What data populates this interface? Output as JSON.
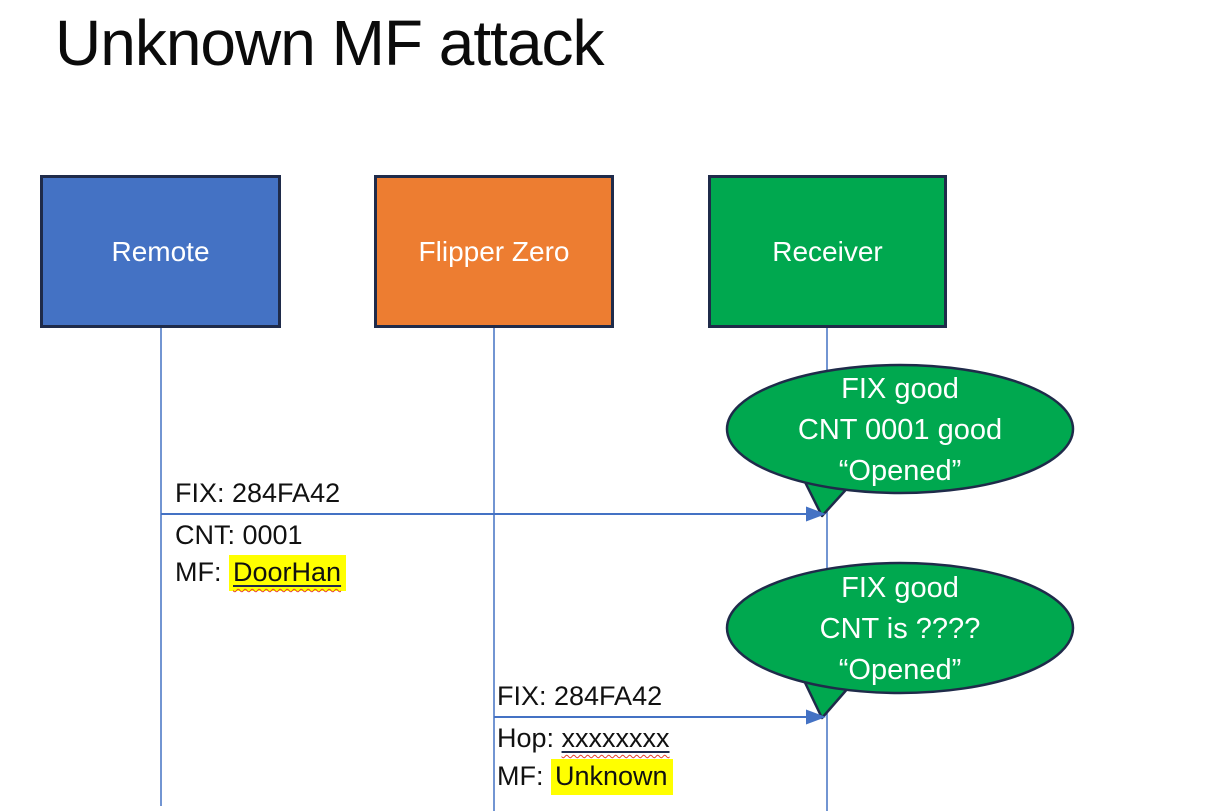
{
  "slide": {
    "title": "Unknown MF attack"
  },
  "colors": {
    "accent_blue": "#4472C4",
    "accent_orange": "#ED7D31",
    "accent_green": "#00A84F",
    "outline_navy": "#1f2b4a",
    "highlight_yellow": "#FFFF00",
    "squiggle_red": "#E5402A"
  },
  "actors": [
    {
      "label": "Remote",
      "fill": "#4472C4"
    },
    {
      "label": "Flipper Zero",
      "fill": "#ED7D31"
    },
    {
      "label": "Receiver",
      "fill": "#00A84F"
    }
  ],
  "messages": [
    {
      "from": "Remote",
      "to": "Receiver",
      "line1": "FIX: 284FA42",
      "line2": "CNT: 0001",
      "line3_prefix": "MF: ",
      "line3_value": "DoorHan"
    },
    {
      "from": "Flipper Zero",
      "to": "Receiver",
      "line1": "FIX: 284FA42",
      "line2_prefix": "Hop: ",
      "line2_value": "xxxxxxxx",
      "line3_prefix": "MF: ",
      "line3_value": "Unknown"
    }
  ],
  "callouts": [
    {
      "line1": "FIX good",
      "line2": "CNT 0001 good",
      "line3": "“Opened”"
    },
    {
      "line1": "FIX good",
      "line2": "CNT is ????",
      "line3": "“Opened”"
    }
  ]
}
